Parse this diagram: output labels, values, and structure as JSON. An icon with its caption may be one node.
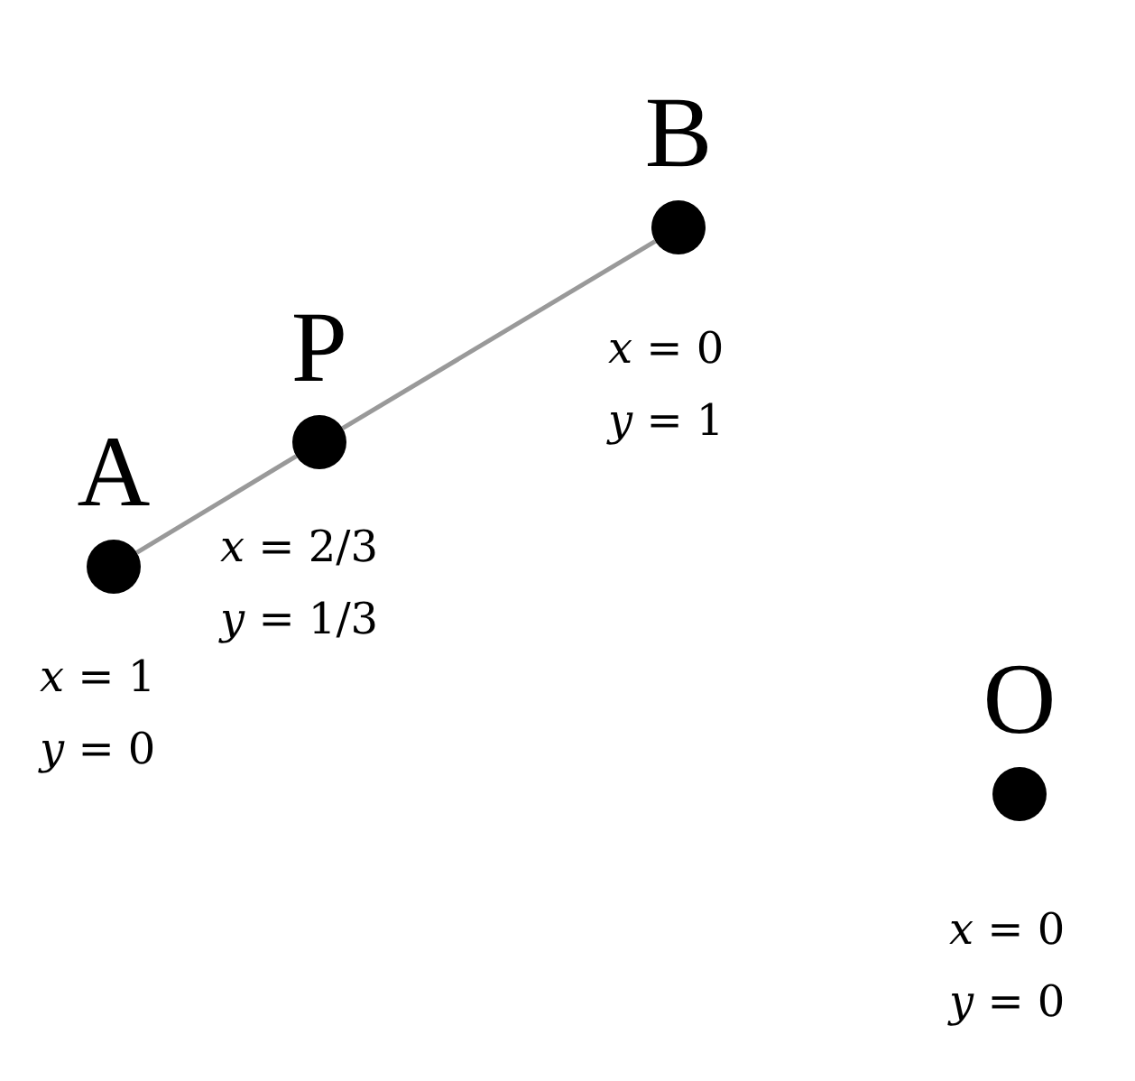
{
  "diagram": {
    "nodes": [
      {
        "text": [
          "B"
        ],
        "beside": [
          "*x* = 0",
          "*y* = 1"
        ]
      },
      {
        "text": [
          "P"
        ],
        "beside": [
          "*x* = 2/3",
          "*y* = 1/3"
        ]
      },
      {
        "text": [
          "A"
        ],
        "beside": [
          "*x* = 1",
          "*y* = 0"
        ]
      },
      {
        "text": [
          "O"
        ],
        "beside": [
          "*x* = 0",
          "*y* = 0"
        ]
      }
    ],
    "edges": [
      {
        "from": 2,
        "to": 1,
        "arrow": "none"
      },
      {
        "from": 1,
        "to": 0,
        "arrow": "none"
      }
    ]
  }
}
